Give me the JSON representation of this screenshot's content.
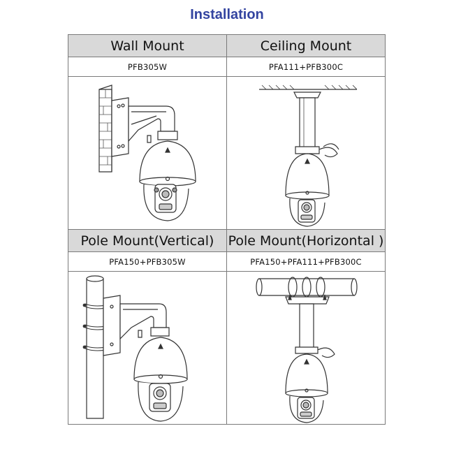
{
  "title": "Installation",
  "mounts": [
    {
      "name": "Wall Mount",
      "model": "PFB305W",
      "icon": "wall-mount-camera-drawing"
    },
    {
      "name": "Ceiling Mount",
      "model": "PFA111+PFB300C",
      "icon": "ceiling-mount-camera-drawing"
    },
    {
      "name": "Pole Mount(Vertical)",
      "model": "PFA150+PFB305W",
      "icon": "vertical-pole-mount-camera-drawing"
    },
    {
      "name": "Pole Mount(Horizontal )",
      "model": "PFA150+PFA111+PFB300C",
      "icon": "horizontal-pole-mount-camera-drawing"
    }
  ]
}
